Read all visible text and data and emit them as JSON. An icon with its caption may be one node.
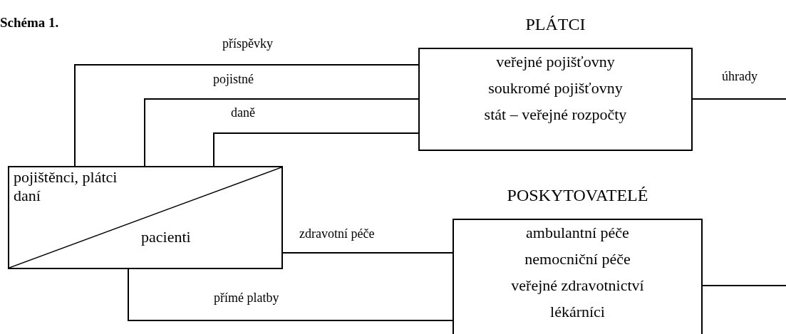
{
  "diagram": {
    "title": "Schéma 1.",
    "nodes": [
      {
        "text": [
          "pojištěnci, plátci daní",
          "pacienti"
        ]
      },
      {
        "text": [
          "PLÁTCI",
          "veřejné pojišťovny",
          "soukromé pojišťovny",
          "stát – veřejné rozpočty"
        ]
      },
      {
        "text": [
          "POSKYTOVATELÉ",
          "ambulantní péče",
          "nemocniční péče",
          "veřejné zdravotnictví",
          "lékárníci"
        ]
      }
    ],
    "edges": [
      {
        "from": 0,
        "to": 1,
        "arrow": "none",
        "label": "příspěvky"
      },
      {
        "from": 0,
        "to": 1,
        "arrow": "none",
        "label": "pojistné"
      },
      {
        "from": 0,
        "to": 1,
        "arrow": "none",
        "label": "daně"
      },
      {
        "from": 1,
        "to": null,
        "arrow": "none",
        "label": "úhrady"
      },
      {
        "from": 0,
        "to": 2,
        "arrow": "none",
        "label": "zdravotní péče"
      },
      {
        "from": 0,
        "to": 2,
        "arrow": "none",
        "label": "přímé platby"
      },
      {
        "from": 2,
        "to": null,
        "arrow": "none"
      }
    ]
  }
}
